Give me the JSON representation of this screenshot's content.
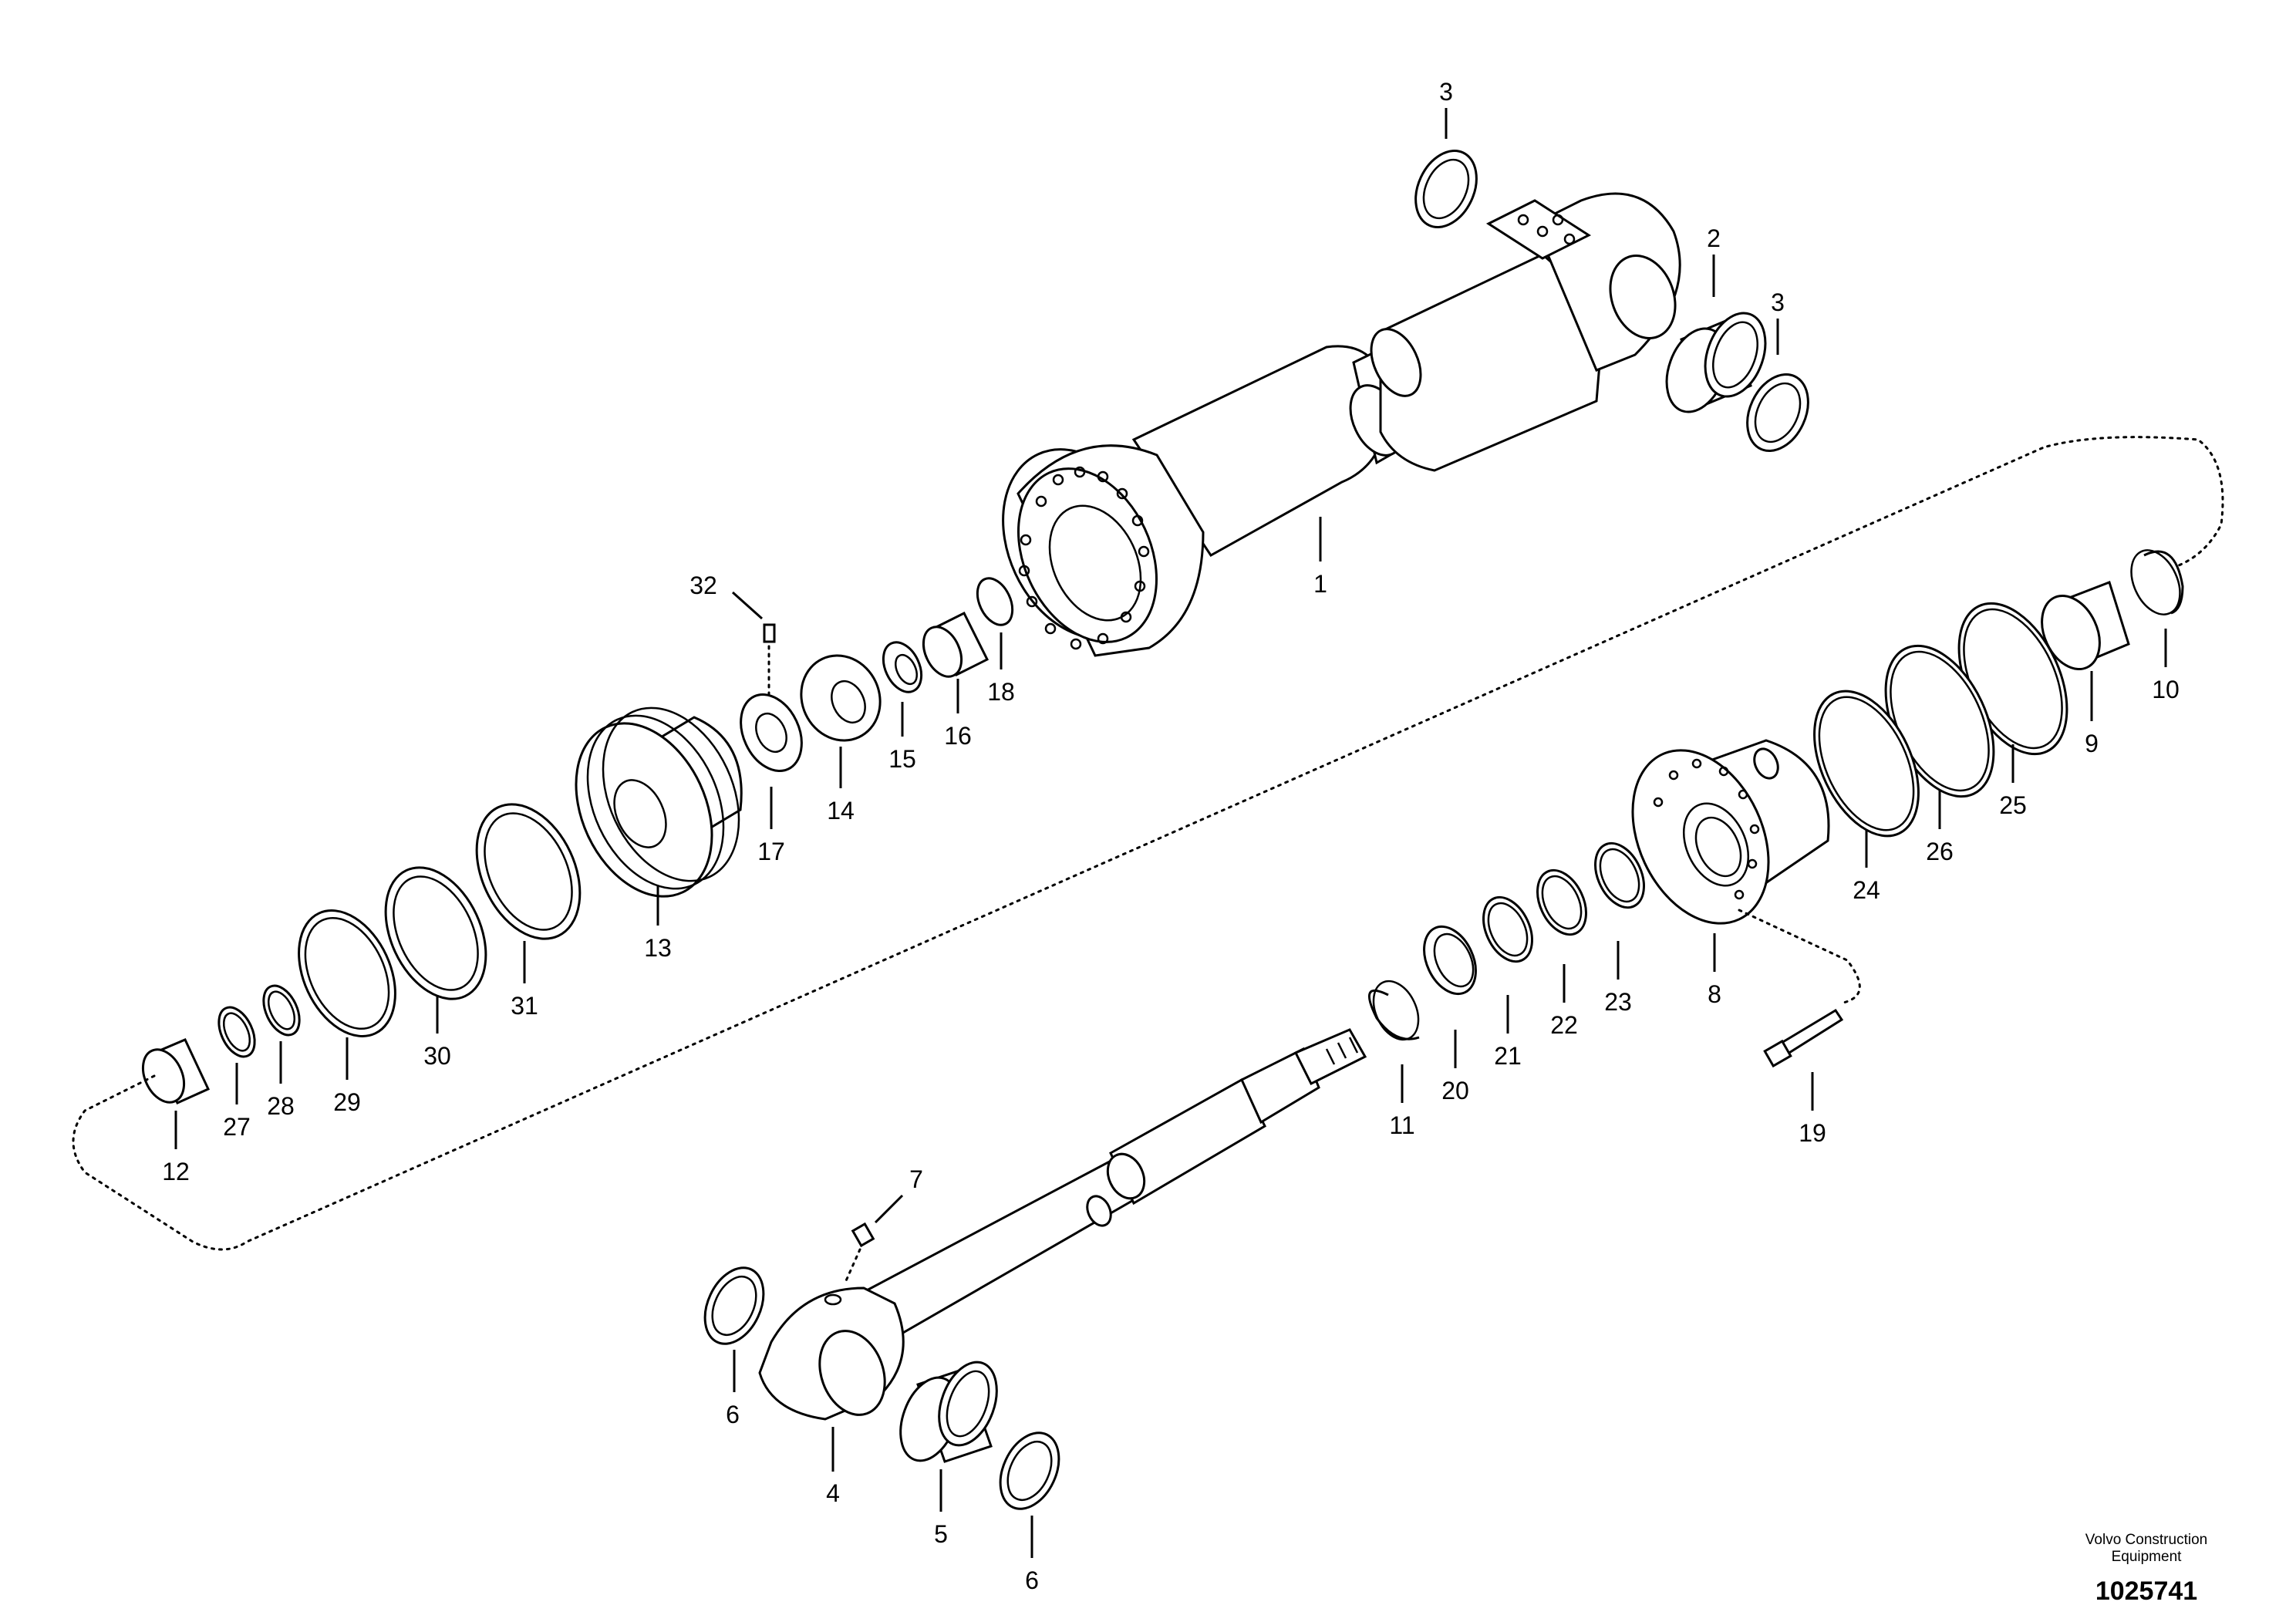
{
  "parts": [
    {
      "id": "1",
      "label": "1"
    },
    {
      "id": "2",
      "label": "2"
    },
    {
      "id": "3a",
      "label": "3"
    },
    {
      "id": "3b",
      "label": "3"
    },
    {
      "id": "4",
      "label": "4"
    },
    {
      "id": "5",
      "label": "5"
    },
    {
      "id": "6a",
      "label": "6"
    },
    {
      "id": "6b",
      "label": "6"
    },
    {
      "id": "7",
      "label": "7"
    },
    {
      "id": "8",
      "label": "8"
    },
    {
      "id": "9",
      "label": "9"
    },
    {
      "id": "10",
      "label": "10"
    },
    {
      "id": "11",
      "label": "11"
    },
    {
      "id": "12",
      "label": "12"
    },
    {
      "id": "13",
      "label": "13"
    },
    {
      "id": "14",
      "label": "14"
    },
    {
      "id": "15",
      "label": "15"
    },
    {
      "id": "16",
      "label": "16"
    },
    {
      "id": "17",
      "label": "17"
    },
    {
      "id": "18",
      "label": "18"
    },
    {
      "id": "19",
      "label": "19"
    },
    {
      "id": "20",
      "label": "20"
    },
    {
      "id": "21",
      "label": "21"
    },
    {
      "id": "22",
      "label": "22"
    },
    {
      "id": "23",
      "label": "23"
    },
    {
      "id": "24",
      "label": "24"
    },
    {
      "id": "25",
      "label": "25"
    },
    {
      "id": "26",
      "label": "26"
    },
    {
      "id": "27",
      "label": "27"
    },
    {
      "id": "28",
      "label": "28"
    },
    {
      "id": "29",
      "label": "29"
    },
    {
      "id": "30",
      "label": "30"
    },
    {
      "id": "31",
      "label": "31"
    },
    {
      "id": "32",
      "label": "32"
    }
  ],
  "footer": {
    "company": "Volvo Construction\nEquipment",
    "drawing_number": "1025741"
  }
}
